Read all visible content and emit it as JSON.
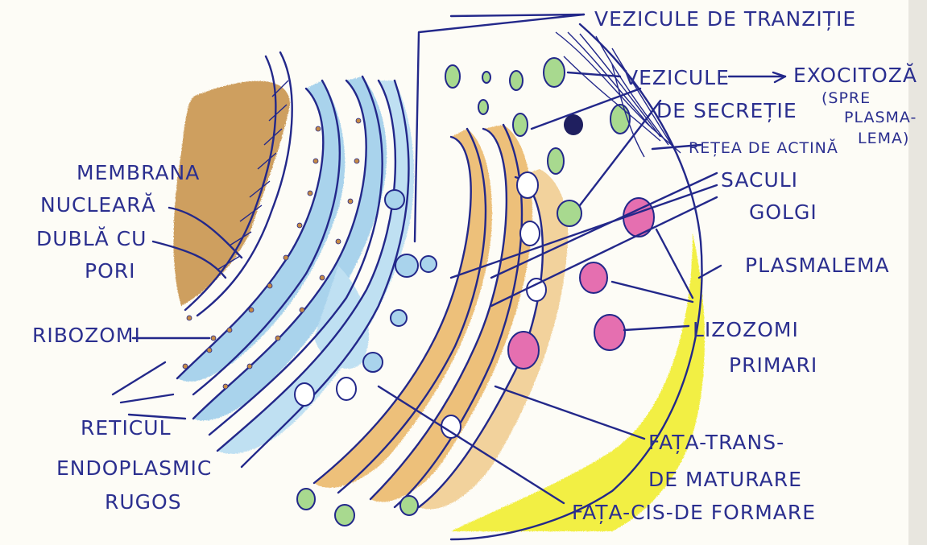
{
  "labels": {
    "vezicule_tranzitie": "VEZICULE DE TRANZIȚIE",
    "vezicule_secretie_1": "VEZICULE",
    "vezicule_secretie_2": "DE SECREȚIE",
    "exocitoza": "EXOCITOZĂ",
    "spre_plasmalema_1": "(SPRE",
    "spre_plasmalema_2": "PLASMA-",
    "spre_plasmalema_3": "LEMA)",
    "retea_actina": "REȚEA DE ACTINĂ",
    "membrana_1": "MEMBRANA",
    "membrana_2": "NUCLEARĂ",
    "membrana_3": "DUBLĂ CU",
    "membrana_4": "PORI",
    "saculi_1": "SACULI",
    "saculi_2": "GOLGI",
    "plasmalema": "PLASMALEMA",
    "ribozomi": "RIBOZOMI",
    "lizozomi_1": "LIZOZOMI",
    "lizozomi_2": "PRIMARI",
    "reticul_1": "RETICUL",
    "reticul_2": "ENDOPLASMIC",
    "reticul_3": "RUGOS",
    "fata_trans_1": "FAȚA-TRANS-",
    "fata_trans_2": "DE MATURARE",
    "fata_cis": "FAȚA-CIS-DE FORMARE"
  },
  "colors": {
    "ink": "#23288a",
    "nucleus": "#c9964f",
    "reticulum": "#a9d3ec",
    "golgi": "#edc07a",
    "vesicle_green": "#a8d98f",
    "lysosome_pink": "#e56fb0",
    "plasmalemma_yellow": "#f2ef3a"
  }
}
